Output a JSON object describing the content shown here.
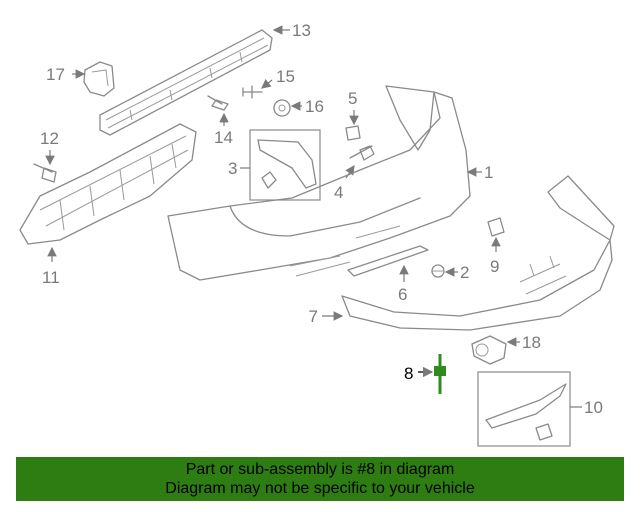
{
  "banner": {
    "line1": "Part or sub-assembly is #8 in diagram",
    "line2": "Diagram may not be specific to your vehicle",
    "color": "#2e7d12"
  },
  "highlight_color": "#2e8b1e",
  "callouts": {
    "c1": "1",
    "c2": "2",
    "c3": "3",
    "c4": "4",
    "c5": "5",
    "c6": "6",
    "c7": "7",
    "c8": "8",
    "c9": "9",
    "c10": "10",
    "c11": "11",
    "c12": "12",
    "c13": "13",
    "c14": "14",
    "c15": "15",
    "c16": "16",
    "c17": "17",
    "c18": "18"
  }
}
